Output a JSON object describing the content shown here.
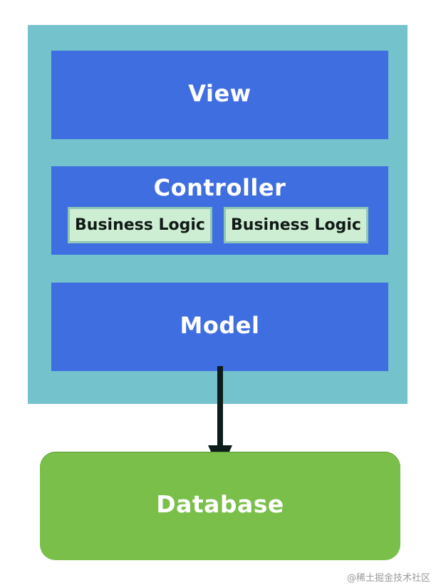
{
  "diagram": {
    "layers": [
      {
        "key": "view",
        "label": "View"
      },
      {
        "key": "controller",
        "label": "Controller"
      },
      {
        "key": "model",
        "label": "Model"
      }
    ],
    "controller_boxes": [
      {
        "label": "Business Logic"
      },
      {
        "label": "Business Logic"
      }
    ],
    "database": {
      "label": "Database"
    },
    "watermark": "@稀土掘金技术社区",
    "colors": {
      "outer_container": "#73c2cc",
      "layer_fill": "#3f6ee0",
      "logic_fill": "#cdeed3",
      "logic_border": "#8fc7b5",
      "database_fill": "#79bf49",
      "arrow": "#0d1c1a"
    }
  }
}
